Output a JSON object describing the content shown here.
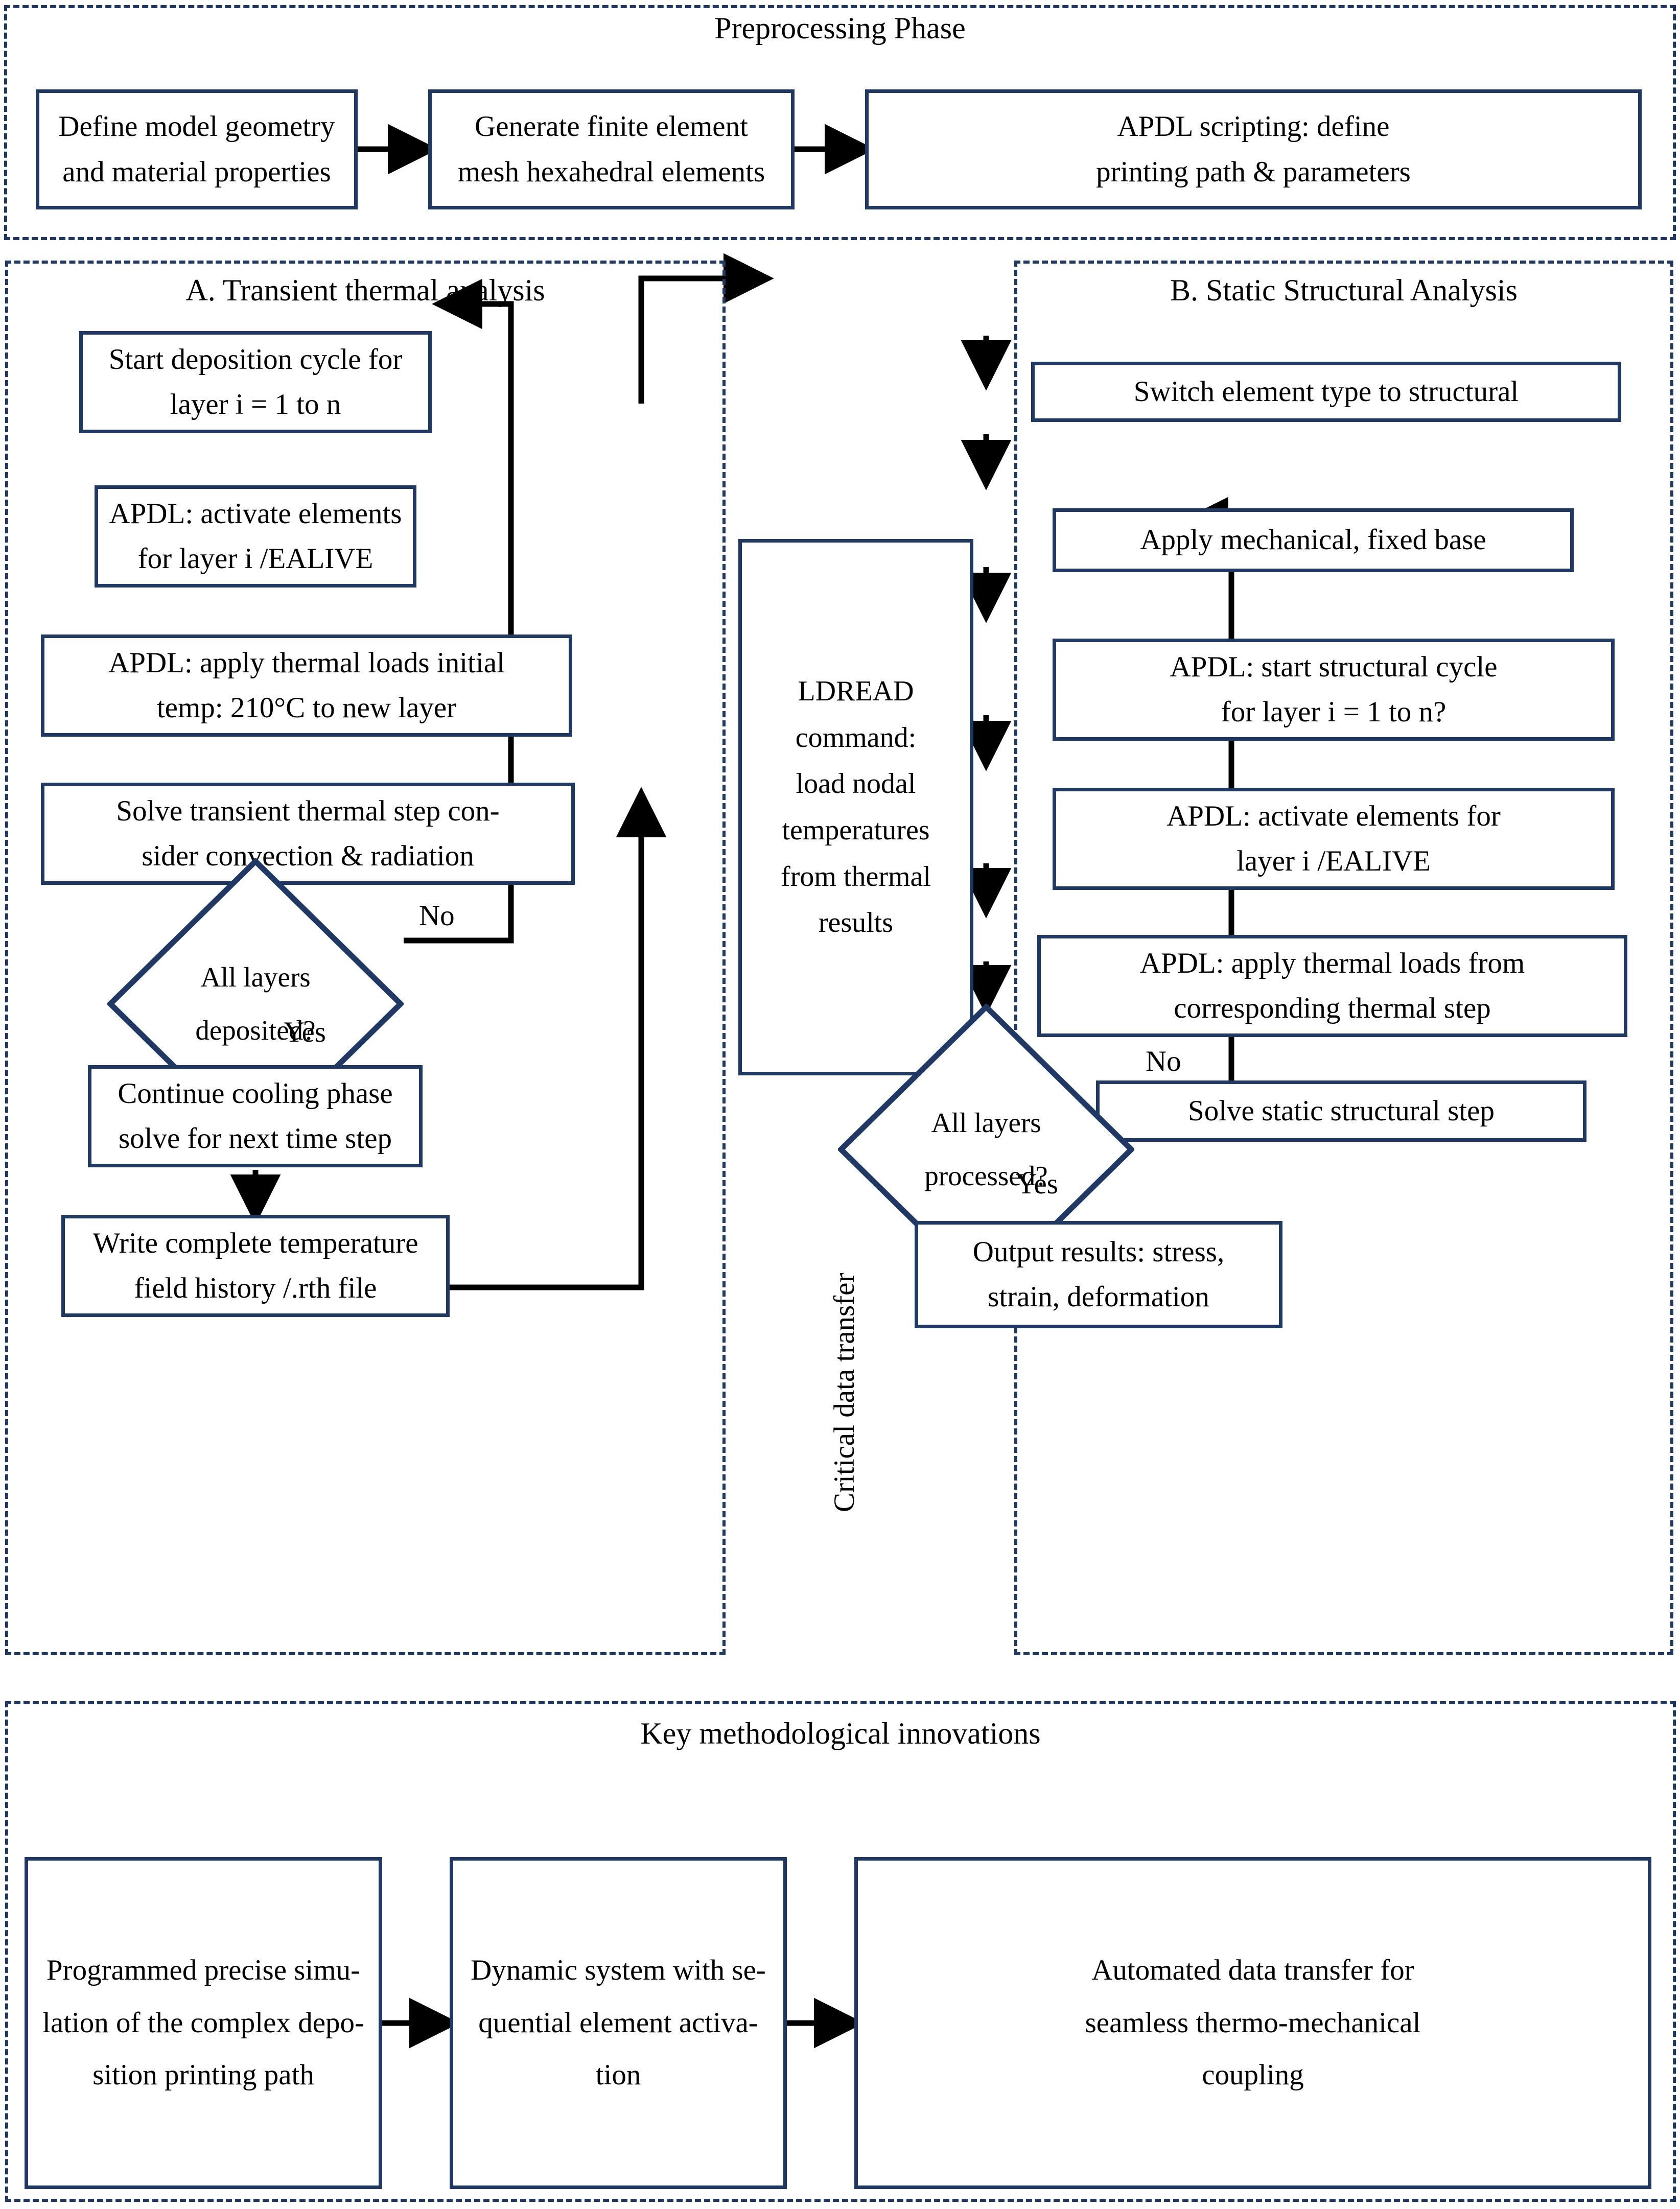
{
  "colors": {
    "panel_border": "#1f3864",
    "node_border": "#1f3864",
    "arrow": "#000000",
    "background": "#ffffff"
  },
  "preprocessing": {
    "title": "Preprocessing Phase",
    "steps": [
      {
        "line1": "Define model geometry",
        "line2": "and material properties"
      },
      {
        "line1": "Generate finite element",
        "line2": "mesh hexahedral elements"
      },
      {
        "line1": "APDL scripting: define",
        "line2": "printing path & parameters"
      }
    ]
  },
  "thermal": {
    "title": "A. Transient thermal analysis",
    "n1": {
      "line1": "Start deposition cycle for",
      "line2": "layer i = 1 to n"
    },
    "n2": {
      "line1": "APDL: activate elements",
      "line2": "for layer i /EALIVE"
    },
    "n3": {
      "line1": "APDL: apply thermal loads initial",
      "line2": "temp: 210°C to new layer"
    },
    "n4": {
      "line1": "Solve transient thermal step con-",
      "line2": "sider convection & radiation"
    },
    "decision": {
      "line1": "All layers",
      "line2": "deposited?"
    },
    "no_label": "No",
    "yes_label": "Yes",
    "n5": {
      "line1": "Continue cooling phase",
      "line2": "solve for next time step"
    },
    "n6": {
      "line1": "Write complete temperature",
      "line2": "field history /.rth file"
    }
  },
  "bridge": {
    "ldread_lines": [
      "LDREAD",
      "command:",
      "load nodal",
      "temperatures",
      "from thermal",
      "results"
    ],
    "transfer_label": "Critical data transfer"
  },
  "structural": {
    "title": "B. Static Structural Analysis",
    "n1": {
      "line1": "Switch element type to structural",
      "line2": ""
    },
    "n2": {
      "line1": "Apply mechanical, fixed base",
      "line2": ""
    },
    "n3": {
      "line1": "APDL: start structural cycle",
      "line2": "for layer i = 1 to n?"
    },
    "n4": {
      "line1": "APDL: activate elements for",
      "line2": "layer i /EALIVE"
    },
    "n5": {
      "line1": "APDL: apply thermal loads from",
      "line2": "corresponding thermal step"
    },
    "n6": {
      "line1": "Solve static structural step",
      "line2": ""
    },
    "decision": {
      "line1": "All layers",
      "line2": "processed?"
    },
    "no_label": "No",
    "yes_label": "Yes",
    "n7": {
      "line1": "Output results: stress,",
      "line2": "strain, deformation"
    }
  },
  "innovations": {
    "title": "Key methodological innovations",
    "items": [
      {
        "line1": "Programmed precise simu-",
        "line2": "lation of the complex depo-",
        "line3": "sition printing path"
      },
      {
        "line1": "Dynamic system with se-",
        "line2": "quential element activa-",
        "line3": "tion"
      },
      {
        "line1": "Automated data transfer for",
        "line2": "seamless thermo-mechanical",
        "line3": "coupling"
      }
    ]
  }
}
